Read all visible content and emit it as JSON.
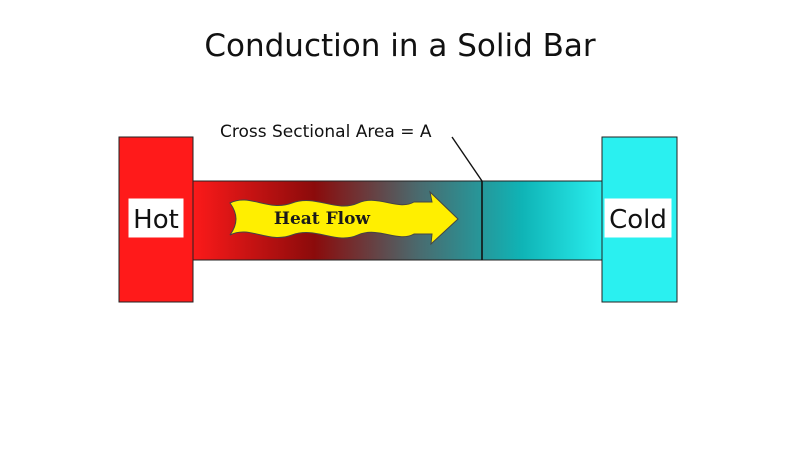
{
  "title": "Conduction in a Solid Bar",
  "cross_section_label": "Cross Sectional Area = A",
  "hot_label": "Hot",
  "cold_label": "Cold",
  "heat_flow_label": "Heat Flow",
  "colors": {
    "hot": "#ff1a1a",
    "dark_red": "#8b0b0b",
    "mid": "#4a6a6e",
    "teal": "#0fb4b6",
    "cold": "#2af0f0",
    "arrow_fill": "#ffef00",
    "outline": "#222222"
  }
}
